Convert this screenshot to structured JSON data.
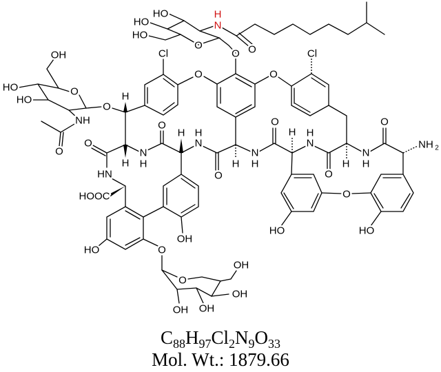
{
  "structure": {
    "labels": {
      "ho_top1": "HO",
      "ho_top2": "HO",
      "ho_top3": "HO",
      "nh_h": "H",
      "nh_n": "N",
      "o_ring_top": "O",
      "o_carbonyl_chain": "O",
      "o_ester": "O",
      "cl_left": "Cl",
      "o_ether_left": "O",
      "cl_right": "Cl",
      "o_ether_right": "O",
      "oh_sugar_left": "OH",
      "ho_sugar_left1": "HO",
      "o_ring_left": "O",
      "ho_sugar_left2": "HO",
      "o_glyco_left": "O",
      "h_wedge1": "H",
      "nh_acetyl": "NH",
      "o_acetyl": "O",
      "h_wedge2": "H",
      "h_n2": "H",
      "n2": "N",
      "o_amide1": "O",
      "o_amide0": "O",
      "n1": "N",
      "h_n1": "H",
      "h_wedge3": "H",
      "o_amide2": "O",
      "n3": "N",
      "h_n3": "H",
      "h_dash1": "H",
      "o_amide3": "O",
      "h_dash2": "H",
      "n4": "N",
      "h_n4": "H",
      "o_amide4": "O",
      "h_dash3": "H",
      "n5": "N",
      "h_n5": "H",
      "o_amide5": "O",
      "nh2": "NH",
      "nh2_sub": "2",
      "hn_bottom": "HN",
      "hooc": "HOOC",
      "ho_ring_ll": "HO",
      "oh_ring_mid": "OH",
      "o_glyco_bottom": "O",
      "o_ring_bottom": "O",
      "oh_b1": "OH",
      "oh_b2": "OH",
      "oh_b3": "OH",
      "oh_b4": "OH",
      "o_diaryl": "O",
      "ho_ring_r1": "HO",
      "ho_ring_r2": "HO"
    },
    "highlight_color": "#d01010"
  },
  "formula": {
    "parts": [
      {
        "el": "C",
        "n": "88"
      },
      {
        "el": "H",
        "n": "97"
      },
      {
        "el": "Cl",
        "n": "2"
      },
      {
        "el": "N",
        "n": "9"
      },
      {
        "el": "O",
        "n": "33"
      }
    ],
    "mol_wt": "Mol. Wt.: 1879.66"
  }
}
